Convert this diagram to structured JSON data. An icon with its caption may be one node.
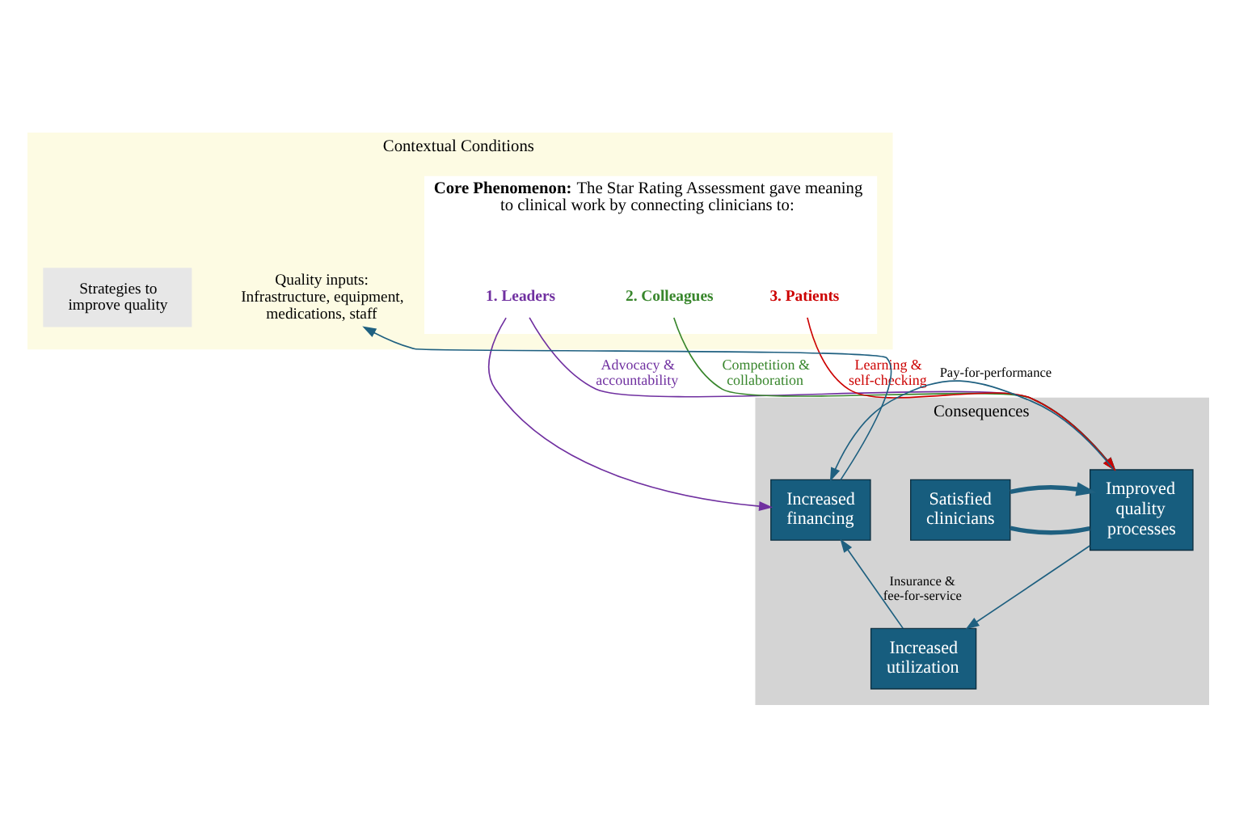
{
  "diagram": {
    "nodes": [
      {
        "text": [
          "Contextual Conditions"
        ]
      },
      {
        "text": [
          "Quality inputs: Infrastructure, equipment, medications, staff"
        ],
        "in": 0
      },
      {
        "text": [
          "**Core Phenomenon:** The Star Rating Assessment gave meaning to clinical work by connecting clinicians to:"
        ],
        "in": 0
      },
      {
        "text": [
          "1. Leaders"
        ],
        "in": 2
      },
      {
        "text": [
          "2. Colleagues"
        ],
        "in": 2
      },
      {
        "text": [
          "3. Patients"
        ],
        "in": 2
      },
      {
        "text": [
          "Strategies to improve quality"
        ],
        "in": 0
      },
      {
        "text": [
          "Consequences"
        ]
      },
      {
        "text": [
          "Increased financing"
        ],
        "in": 7
      },
      {
        "text": [
          "Improved quality processes"
        ],
        "in": 7
      },
      {
        "text": [
          "Satisfied clinicians"
        ],
        "in": 7
      },
      {
        "text": [
          "Increased utilization"
        ],
        "in": 7
      }
    ],
    "edges": [
      {
        "from": 3,
        "to": 9,
        "arrow": "to",
        "label": "Advocacy & accountability",
        "color": "#7030a0"
      },
      {
        "from": 3,
        "to": 8,
        "arrow": "to",
        "color": "#7030a0"
      },
      {
        "from": 4,
        "to": 9,
        "arrow": "to",
        "label": "Competition & collaboration",
        "color": "#38862c"
      },
      {
        "from": 5,
        "to": 9,
        "arrow": "to",
        "label": "Learning & self-checking",
        "color": "#cc0000"
      },
      {
        "from": 9,
        "to": 8,
        "arrow": "to",
        "label": "Pay-for-performance"
      },
      {
        "from": 9,
        "to": 11,
        "arrow": "to"
      },
      {
        "from": 11,
        "to": 8,
        "arrow": "to",
        "label": "Insurance & fee-for-service"
      },
      {
        "from": 8,
        "to": 1,
        "arrow": "to"
      },
      {
        "from": 9,
        "to": 10,
        "arrow": "none",
        "style": "thick"
      },
      {
        "from": 10,
        "to": 9,
        "arrow": "to",
        "style": "thick"
      }
    ]
  }
}
